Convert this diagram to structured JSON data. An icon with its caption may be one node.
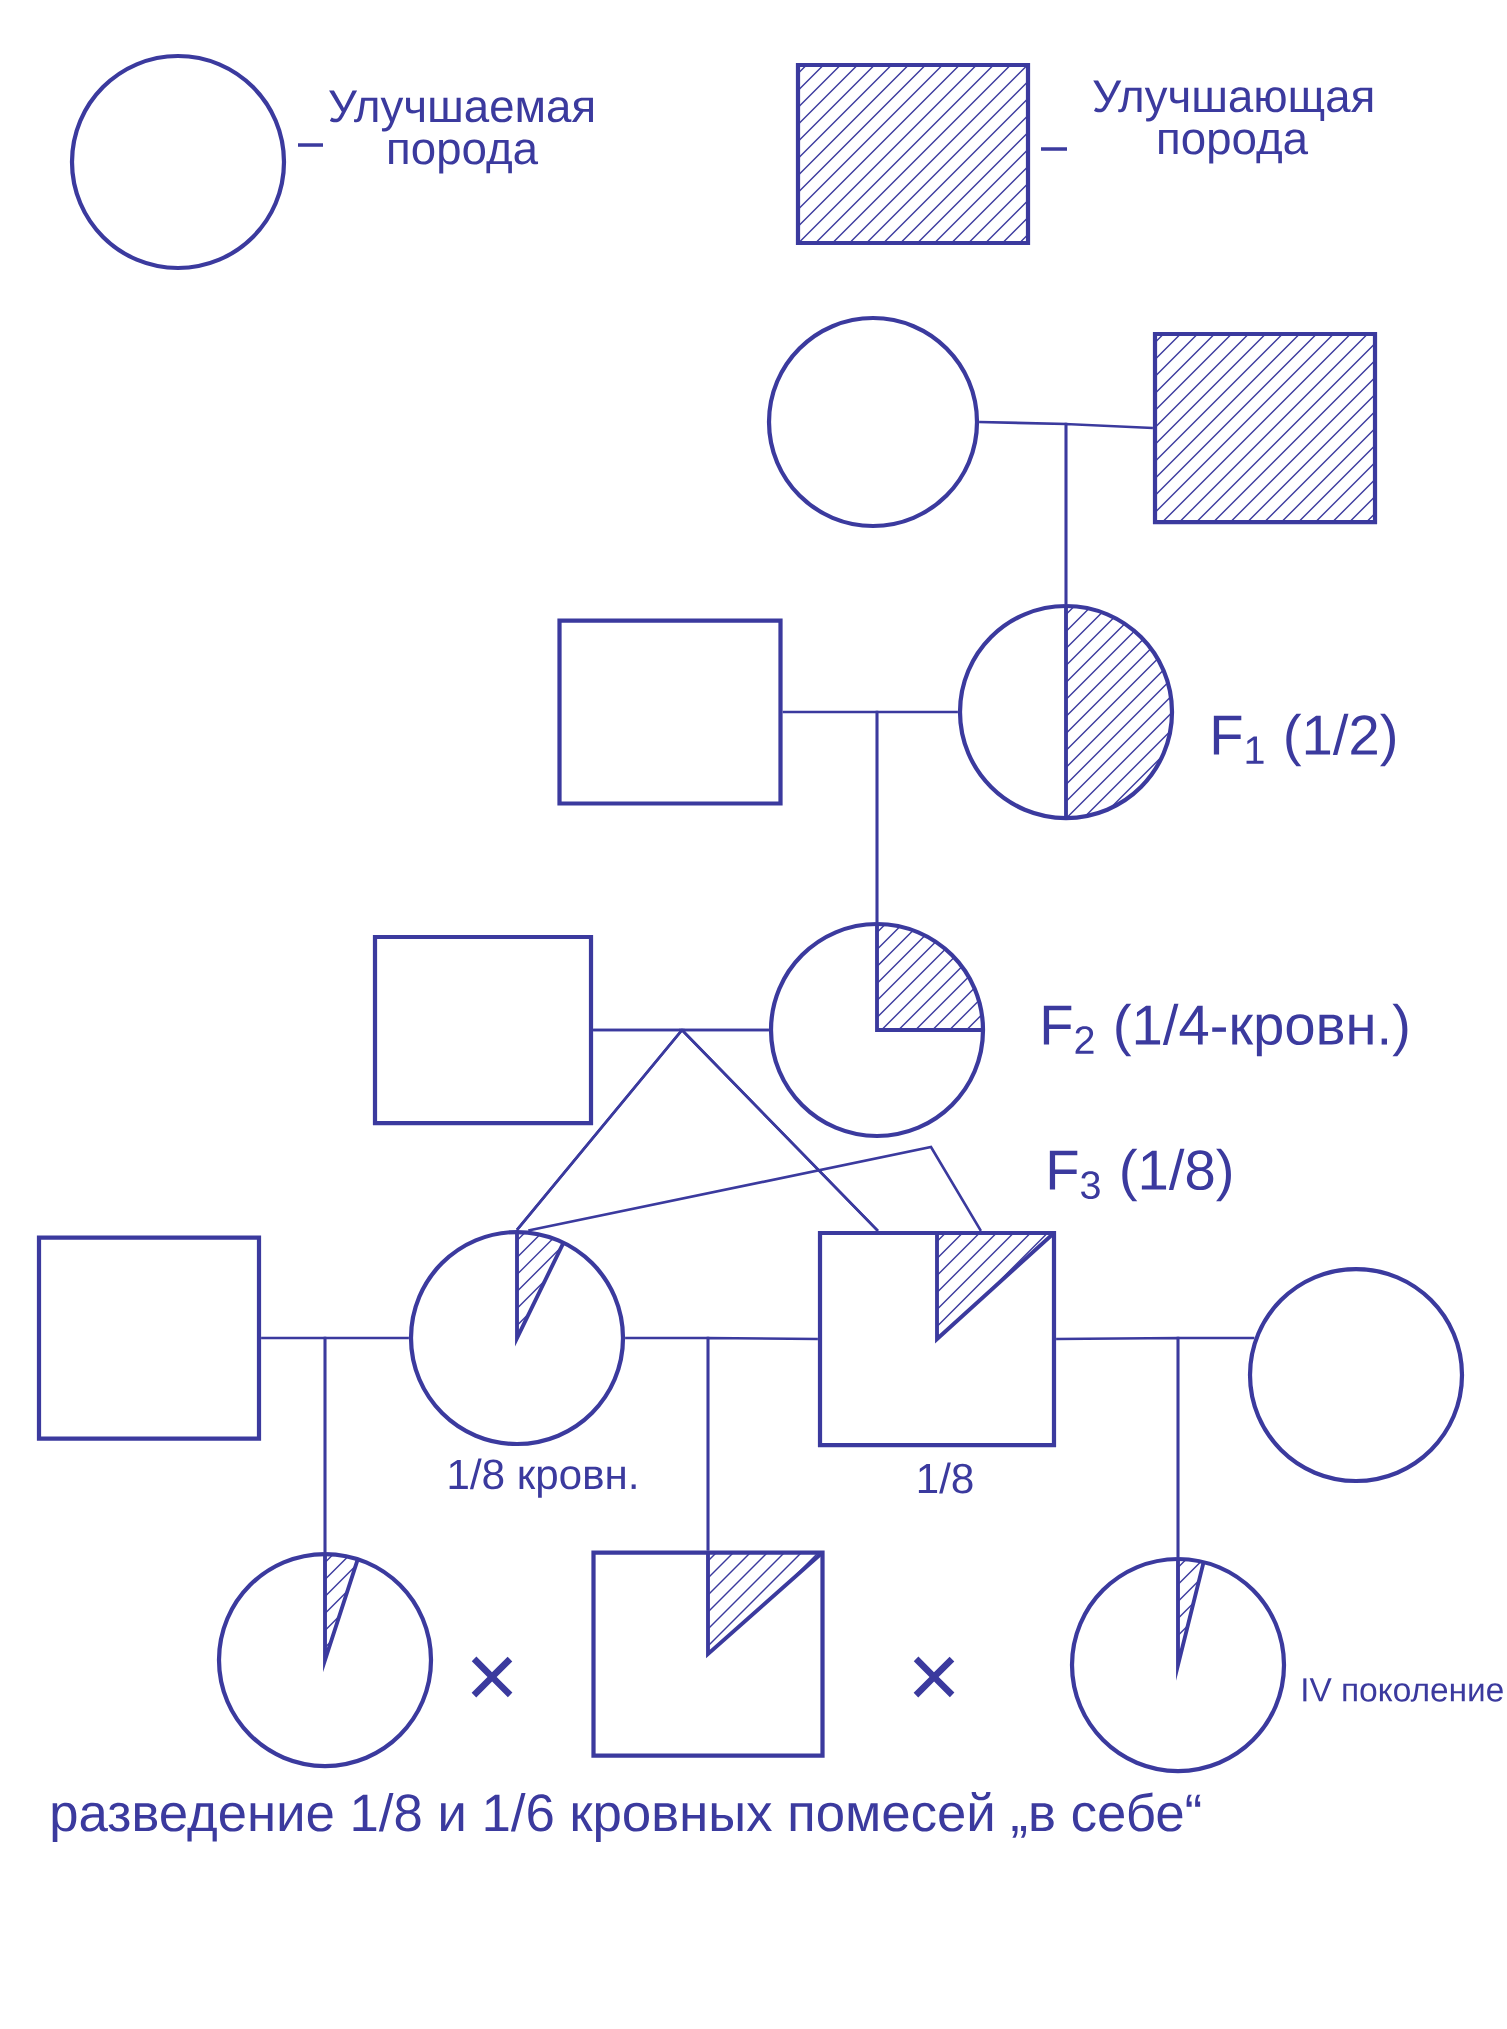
{
  "diagram": {
    "nodes": [
      {
        "text": [],
        "shape": "circle",
        "beside": [
          "Улучшаемая порода"
        ]
      },
      {
        "text": [],
        "shape": "box",
        "beside": [
          "Улучшающая порода"
        ]
      },
      {
        "text": [],
        "shape": "circle"
      },
      {
        "text": [],
        "shape": "box"
      },
      {
        "text": [],
        "shape": "box"
      },
      {
        "text": [],
        "shape": "circle",
        "beside": [
          "F$_{1}$ (1/2)"
        ]
      },
      {
        "text": [],
        "shape": "box"
      },
      {
        "text": [],
        "shape": "circle",
        "beside": [
          "F$_{2}$ (1/4-кровн.)"
        ]
      },
      {
        "text": [],
        "shape": "box"
      },
      {
        "text": [],
        "shape": "circle",
        "beside": [
          "1/8 кровн."
        ]
      },
      {
        "text": [],
        "shape": "box",
        "beside": [
          "1/8"
        ]
      },
      {
        "text": [],
        "shape": "circle"
      },
      {
        "text": [],
        "shape": "circle"
      },
      {
        "text": [],
        "shape": "box"
      },
      {
        "text": [],
        "shape": "circle",
        "beside": [
          "IV поколение"
        ]
      }
    ],
    "edges": [
      {
        "from": 2,
        "to": 5,
        "arrow": "none"
      },
      {
        "from": 3,
        "to": 5,
        "arrow": "none"
      },
      {
        "from": 4,
        "to": 7,
        "arrow": "none"
      },
      {
        "from": 5,
        "to": 7,
        "arrow": "none"
      },
      {
        "from": 6,
        "to": 9,
        "arrow": "none"
      },
      {
        "from": 6,
        "to": 10,
        "arrow": "none"
      },
      {
        "from": 7,
        "to": 9,
        "arrow": "none"
      },
      {
        "from": 7,
        "to": 10,
        "arrow": "none"
      },
      {
        "from": 9,
        "to": 10,
        "arrow": "none"
      },
      {
        "from": 8,
        "to": 12,
        "arrow": "none"
      },
      {
        "from": 9,
        "to": 12,
        "arrow": "none"
      },
      {
        "from": 9,
        "to": 13,
        "arrow": "none"
      },
      {
        "from": 10,
        "to": 13,
        "arrow": "none"
      },
      {
        "from": 10,
        "to": 14,
        "arrow": "none"
      },
      {
        "from": 11,
        "to": 14,
        "arrow": "none"
      }
    ],
    "labels": [
      "F$_{3}$ (1/8)",
      "×",
      "×",
      "разведение 1/8 и 1/6 кровных помесей „в себе“"
    ]
  }
}
